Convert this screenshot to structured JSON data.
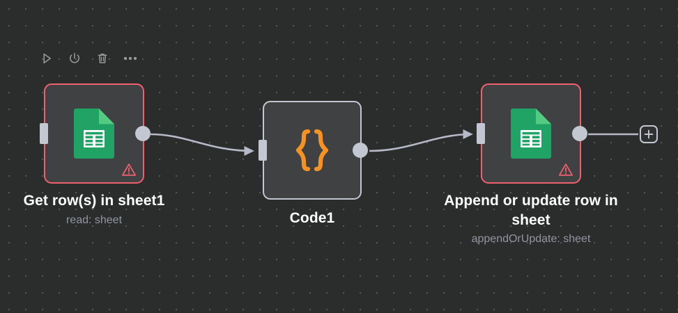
{
  "canvas": {
    "background_color": "#2b2c2c",
    "grid_dot_color": "#565758",
    "grid_spacing": 24
  },
  "node_toolbar": {
    "buttons": [
      {
        "name": "execute-step-button",
        "icon": "play-icon",
        "label": "Execute step"
      },
      {
        "name": "deactivate-button",
        "icon": "power-icon",
        "label": "Deactivate"
      },
      {
        "name": "delete-button",
        "icon": "trash-icon",
        "label": "Delete"
      },
      {
        "name": "more-options-button",
        "icon": "ellipsis-icon",
        "label": "More options"
      }
    ]
  },
  "nodes": [
    {
      "id": "get-rows",
      "title": "Get row(s) in sheet1",
      "subtitle": "read: sheet",
      "icon": "google-sheets-icon",
      "state": "error",
      "border_color": "#f0616f",
      "has_warning": true,
      "has_input": true,
      "has_output": true
    },
    {
      "id": "code1",
      "title": "Code1",
      "subtitle": "",
      "icon": "code-braces-icon",
      "state": "default",
      "border_color": "#c2c7d2",
      "has_warning": false,
      "has_input": true,
      "has_output": true
    },
    {
      "id": "append-update",
      "title": "Append or update row in sheet",
      "subtitle": "appendOrUpdate: sheet",
      "icon": "google-sheets-icon",
      "state": "error",
      "border_color": "#f0616f",
      "has_warning": true,
      "has_input": true,
      "has_output": true
    }
  ],
  "connections": [
    {
      "name": "edge-get-rows-to-code1",
      "from": "get-rows",
      "to": "code1"
    },
    {
      "name": "edge-code1-to-append-update",
      "from": "code1",
      "to": "append-update"
    },
    {
      "name": "edge-append-update-to-add",
      "from": "append-update",
      "to": "add-node-button"
    }
  ],
  "add_button": {
    "label": "+",
    "name": "add-node-button"
  },
  "colors": {
    "node_body": "#3f4142",
    "error_border": "#f0616f",
    "default_border": "#c2c7d2",
    "handle": "#c2c7d2",
    "edge": "#b6bac6",
    "sheets_green": "#21a365",
    "code_orange": "#f59222",
    "title_text": "#ffffff",
    "subtitle_text": "#9296a0"
  }
}
